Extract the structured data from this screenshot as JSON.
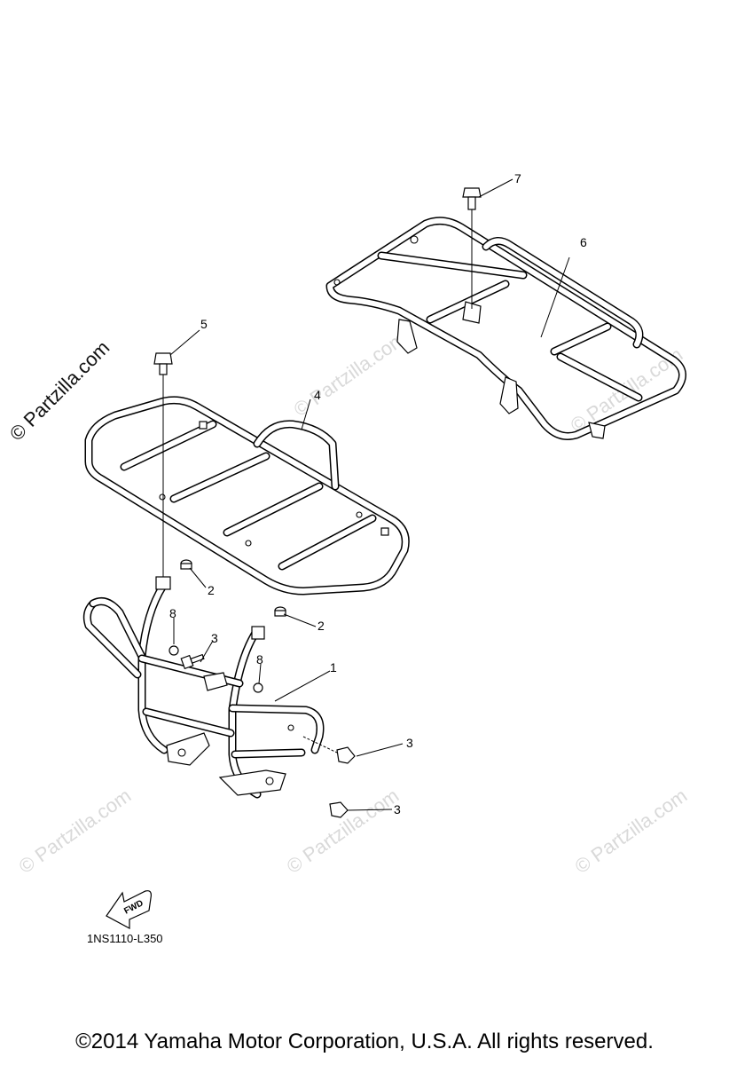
{
  "diagram_code": "1NS1110-L350",
  "copyright": "©2014 Yamaha Motor Corporation, U.S.A. All rights reserved.",
  "watermark_main": "© Partzilla.com",
  "watermark_faint": "© Partzilla.com",
  "fwd_label": "FWD",
  "callouts": {
    "c1": "1",
    "c2a": "2",
    "c2b": "2",
    "c3a": "3",
    "c3b": "3",
    "c3c": "3",
    "c4": "4",
    "c5": "5",
    "c6": "6",
    "c7": "7",
    "c8a": "8",
    "c8b": "8"
  }
}
